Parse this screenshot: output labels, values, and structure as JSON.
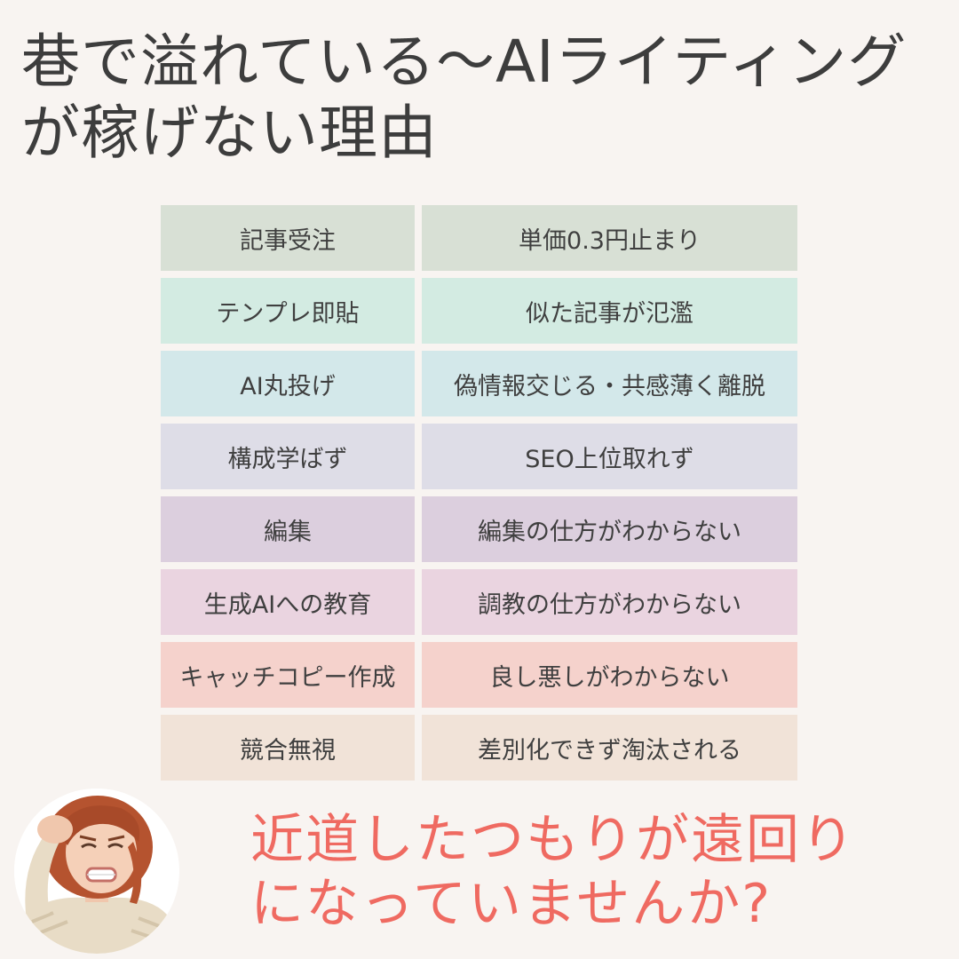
{
  "title": {
    "line1": "巷で溢れている〜AIライティング",
    "line2": "が稼げない理由"
  },
  "rows": [
    {
      "left": "記事受注",
      "right": "単価0.3円止まり",
      "color": "#d8e0d5"
    },
    {
      "left": "テンプレ即貼",
      "right": "似た記事が氾濫",
      "color": "#d3ebe2"
    },
    {
      "left": "AI丸投げ",
      "right": "偽情報交じる・共感薄く離脱",
      "color": "#d3e8ea"
    },
    {
      "left": "構成学ばず",
      "right": "SEO上位取れず",
      "color": "#dedde7"
    },
    {
      "left": "編集",
      "right": "編集の仕方がわからない",
      "color": "#dccfde"
    },
    {
      "left": "生成AIへの教育",
      "right": "調教の仕方がわからない",
      "color": "#ead4e0"
    },
    {
      "left": "キャッチコピー作成",
      "right": "良し悪しがわからない",
      "color": "#f5d2cc"
    },
    {
      "left": "競合無視",
      "right": "差別化できず淘汰される",
      "color": "#f1e3d8"
    }
  ],
  "callout": {
    "line1": "近道したつもりが遠回り",
    "line2": "になっていませんか?"
  }
}
